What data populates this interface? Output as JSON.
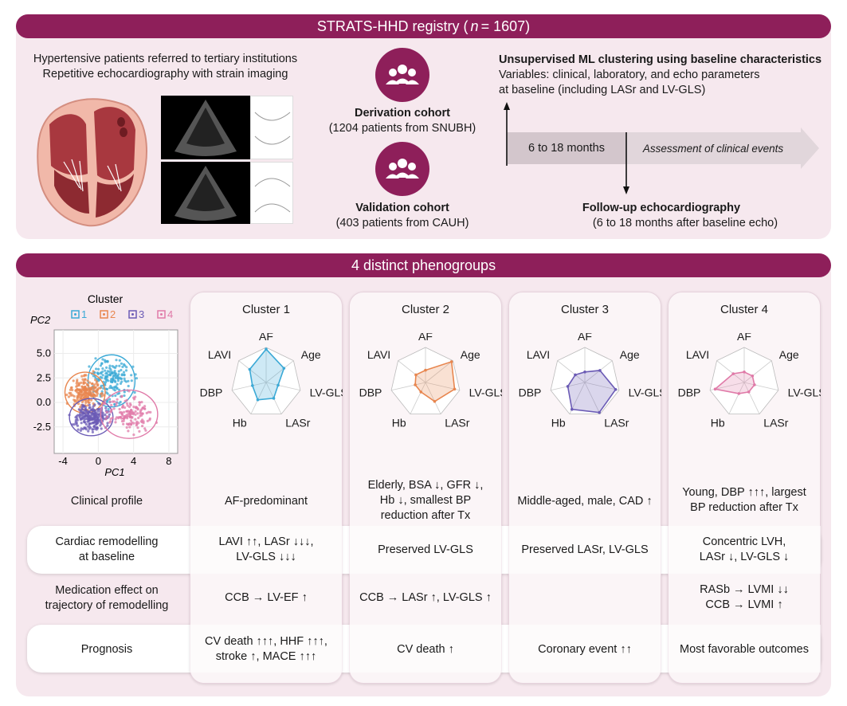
{
  "top_banner": {
    "prefix": "STRATS-HHD registry (",
    "n_label": "n",
    "suffix": " = 1607)"
  },
  "top_left": {
    "line1": "Hypertensive patients referred to tertiary institutions",
    "line2": "Repetitive echocardiography with strain imaging"
  },
  "derivation": {
    "title": "Derivation cohort",
    "detail": "(1204 patients from SNUBH)"
  },
  "validation": {
    "title": "Validation cohort",
    "detail": "(403 patients from CAUH)"
  },
  "ml": {
    "title": "Unsupervised ML clustering using baseline characteristics",
    "line2": "Variables: clinical, laboratory, and echo parameters",
    "line3": "at baseline (including LASr and LV-GLS)"
  },
  "timeline": {
    "months": "6 to 18 months",
    "events": "Assessment of clinical events"
  },
  "followup": {
    "title": "Follow-up echocardiography",
    "detail": "(6 to 18 months after baseline echo)"
  },
  "mid_banner": "4 distinct phenogroups",
  "scatter": {
    "legend_title": "Cluster",
    "legend": [
      {
        "label": "1",
        "color": "#3ba9d6"
      },
      {
        "label": "2",
        "color": "#e8864f"
      },
      {
        "label": "3",
        "color": "#6b5bb5"
      },
      {
        "label": "4",
        "color": "#e07aa8"
      }
    ],
    "xlabel": "PC1",
    "ylabel": "PC2",
    "xticks": [
      "-4",
      "0",
      "4",
      "8"
    ],
    "yticks": [
      "5.0",
      "2.5",
      "0.0",
      "-2.5"
    ]
  },
  "radar_axes": [
    "AF",
    "Age",
    "LV-GLS",
    "LASr",
    "Hb",
    "DBP",
    "LAVI"
  ],
  "clusters": [
    {
      "title": "Cluster 1",
      "color": "#3ba9d6",
      "values": [
        0.95,
        0.65,
        0.35,
        0.5,
        0.55,
        0.4,
        0.6
      ]
    },
    {
      "title": "Cluster 2",
      "color": "#e8864f",
      "values": [
        0.35,
        0.95,
        0.85,
        0.6,
        0.3,
        0.3,
        0.35
      ]
    },
    {
      "title": "Cluster 3",
      "color": "#6b5bb5",
      "values": [
        0.3,
        0.55,
        0.9,
        0.95,
        0.85,
        0.5,
        0.35
      ]
    },
    {
      "title": "Cluster 4",
      "color": "#e07aa8",
      "values": [
        0.3,
        0.3,
        0.3,
        0.3,
        0.35,
        0.85,
        0.4
      ]
    }
  ],
  "rows": {
    "clinical": "Clinical profile",
    "cardiac1": "Cardiac remodelling",
    "cardiac2": "at baseline",
    "med1": "Medication effect on",
    "med2": "trajectory of remodelling",
    "prognosis": "Prognosis"
  },
  "cells": {
    "c1_clinical": "AF-predominant",
    "c2_clinical_1": "Elderly, BSA ↓, GFR ↓,",
    "c2_clinical_2": "Hb ↓, smallest BP",
    "c2_clinical_3": "reduction after Tx",
    "c3_clinical": "Middle-aged, male, CAD ↑",
    "c4_clinical_1": "Young, DBP ↑↑↑, largest",
    "c4_clinical_2": "BP reduction after Tx",
    "c1_cardiac_1": "LAVI ↑↑, LASr ↓↓↓,",
    "c1_cardiac_2": "LV-GLS ↓↓↓",
    "c2_cardiac": "Preserved LV-GLS",
    "c3_cardiac": "Preserved LASr, LV-GLS",
    "c4_cardiac_1": "Concentric LVH,",
    "c4_cardiac_2": "LASr ↓, LV-GLS ↓",
    "c1_med": "CCB → LV-EF ↑",
    "c2_med": "CCB → LASr ↑, LV-GLS ↑",
    "c4_med_1": "RASb → LVMI ↓↓",
    "c4_med_2": "CCB → LVMI ↑",
    "c1_prog_1": "CV death ↑↑↑, HHF ↑↑↑,",
    "c1_prog_2": "stroke ↑, MACE ↑↑↑",
    "c2_prog": "CV death ↑",
    "c3_prog": "Coronary event ↑↑",
    "c4_prog": "Most favorable outcomes"
  }
}
